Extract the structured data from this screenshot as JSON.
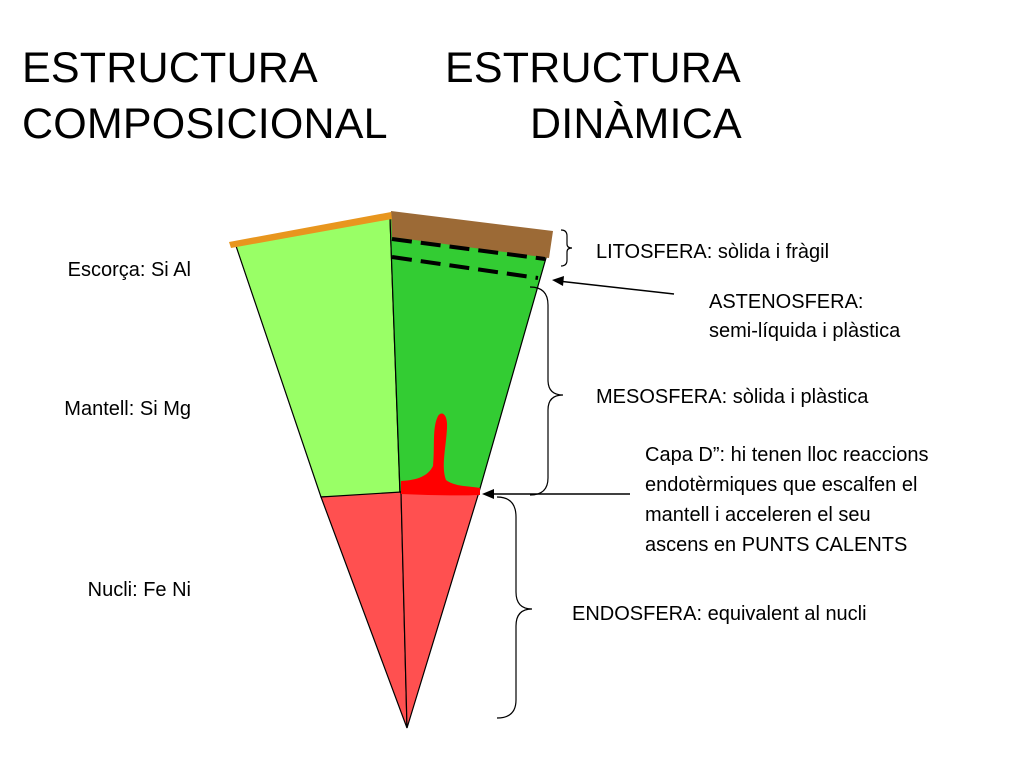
{
  "titles": {
    "left_line1": "ESTRUCTURA",
    "left_line2": "COMPOSICIONAL",
    "right_line1": "ESTRUCTURA",
    "right_line2": "DINÀMICA"
  },
  "composition": {
    "crust": "Escorça: Si Al",
    "mantle": "Mantell: Si Mg",
    "core": "Nucli: Fe Ni"
  },
  "dynamic": {
    "lithosphere": "LITOSFERA: sòlida i fràgil",
    "asthenosphere_line1": "ASTENOSFERA:",
    "asthenosphere_line2": "semi-líquida i plàstica",
    "mesosphere": "MESOSFERA: sòlida i plàstica",
    "d_layer_line1": "Capa D”: hi tenen lloc reaccions",
    "d_layer_line2": "endotèrmiques que escalfen el",
    "d_layer_line3": "mantell i acceleren el seu",
    "d_layer_line4": "ascens en PUNTS CALENTS",
    "endosphere": "ENDOSFERA: equivalent al nucli"
  },
  "colors": {
    "crust": "#e8961e",
    "lithosphere": "#9c6a36",
    "mantle_composition": "#99ff66",
    "mantle_dynamic": "#33cc33",
    "core": "#ff5050",
    "plume": "#ff0000"
  }
}
